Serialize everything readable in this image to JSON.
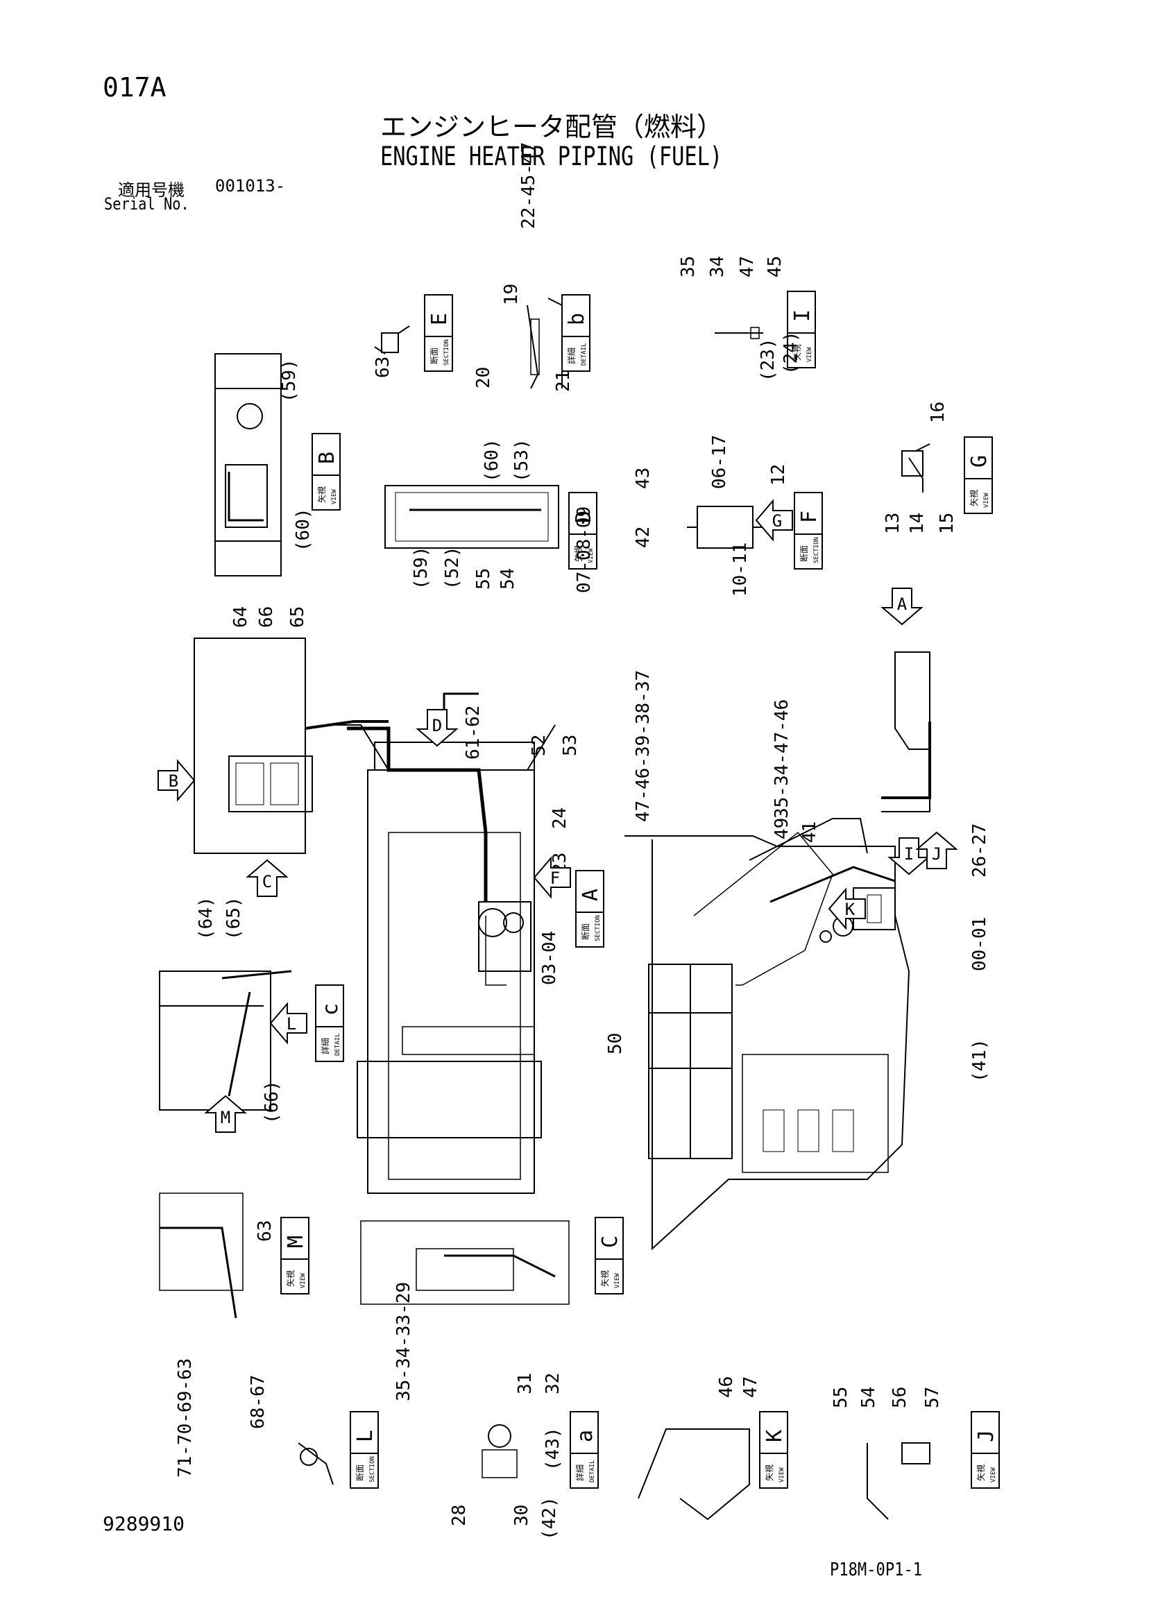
{
  "page_code": "017A",
  "title_jp": "エンジンヒータ配管（燃料）",
  "title_en": "ENGINE HEATER PIPING (FUEL)",
  "serial_label_jp": "適用号機",
  "serial_value": "001013-",
  "serial_label_en": "Serial No.",
  "doc_number": "9289910",
  "sheet_code": "P18M-0P1-1",
  "label_words": {
    "section_jp": "断面",
    "section_en": "SECTION",
    "detail_jp": "詳細",
    "detail_en": "DETAIL",
    "view_jp": "矢視",
    "view_en": "VIEW"
  },
  "views": [
    {
      "id": "view-E",
      "letter": "E",
      "type": "section"
    },
    {
      "id": "view-b",
      "letter": "b",
      "type": "detail"
    },
    {
      "id": "view-I",
      "letter": "I",
      "type": "view"
    },
    {
      "id": "view-B",
      "letter": "B",
      "type": "view"
    },
    {
      "id": "view-D",
      "letter": "D",
      "type": "view"
    },
    {
      "id": "view-F",
      "letter": "F",
      "type": "section"
    },
    {
      "id": "view-G",
      "letter": "G",
      "type": "view"
    },
    {
      "id": "view-A",
      "letter": "A",
      "type": "section"
    },
    {
      "id": "view-c",
      "letter": "c",
      "type": "detail"
    },
    {
      "id": "view-M",
      "letter": "M",
      "type": "view"
    },
    {
      "id": "view-C",
      "letter": "C",
      "type": "view"
    },
    {
      "id": "view-L",
      "letter": "L",
      "type": "section"
    },
    {
      "id": "view-a",
      "letter": "a",
      "type": "detail"
    },
    {
      "id": "view-K",
      "letter": "K",
      "type": "view"
    },
    {
      "id": "view-J",
      "letter": "J",
      "type": "view"
    }
  ],
  "callout_groups": [
    {
      "id": "E",
      "items": [
        "63"
      ]
    },
    {
      "id": "b",
      "items": [
        "22-45-47",
        "19",
        "20",
        "21"
      ]
    },
    {
      "id": "I",
      "items": [
        "35",
        "34",
        "47",
        "45",
        "(24)",
        "(23)"
      ]
    },
    {
      "id": "B",
      "items": [
        "(59)",
        "(60)"
      ]
    },
    {
      "id": "D",
      "items": [
        "(60)",
        "(53)",
        "(59)",
        "(52)",
        "55",
        "54"
      ]
    },
    {
      "id": "F",
      "items": [
        "43",
        "06-17",
        "12",
        "42",
        "07-08-09",
        "10-11"
      ]
    },
    {
      "id": "G",
      "items": [
        "16",
        "13",
        "14",
        "15"
      ]
    },
    {
      "id": "C-top",
      "items": [
        "64",
        "66",
        "65"
      ]
    },
    {
      "id": "main",
      "items": [
        "61-62",
        "52",
        "53",
        "24",
        "23",
        "03-04",
        "35-34-47-46",
        "47-46-39-38-37",
        "49",
        "41",
        "26-27",
        "00-01",
        "50",
        "(41)"
      ]
    },
    {
      "id": "c",
      "items": [
        "(64)",
        "(65)",
        "(66)"
      ]
    },
    {
      "id": "M",
      "items": [
        "63"
      ]
    },
    {
      "id": "L",
      "items": [
        "68-67",
        "71-70-69-63"
      ]
    },
    {
      "id": "a",
      "items": [
        "35-34-33-29",
        "31",
        "32",
        "28",
        "30",
        "(42)",
        "(43)"
      ]
    },
    {
      "id": "K",
      "items": [
        "46",
        "47"
      ]
    },
    {
      "id": "J",
      "items": [
        "55",
        "54",
        "56",
        "57"
      ]
    }
  ],
  "arrow_letters": [
    "A",
    "B",
    "C",
    "D",
    "F",
    "G",
    "I",
    "J",
    "K",
    "L",
    "M"
  ]
}
